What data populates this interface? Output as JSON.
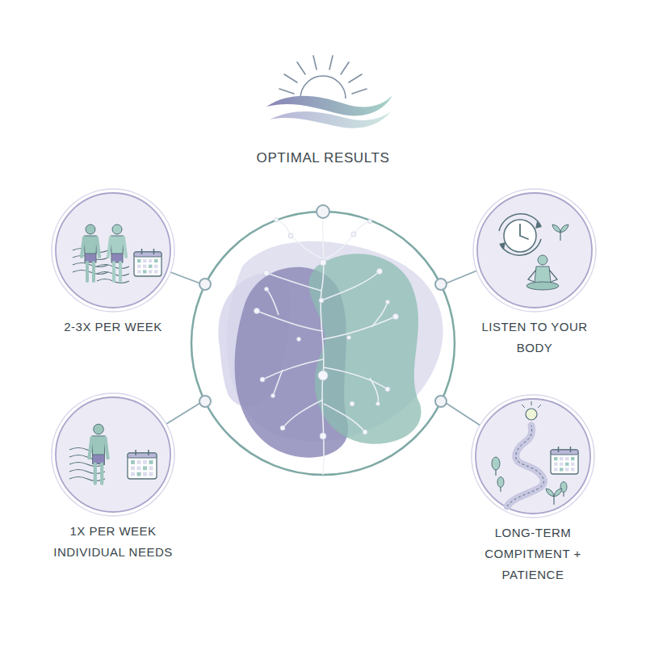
{
  "diagram": {
    "title": "OPTIMAL RESULTS",
    "nodes": [
      {
        "text": [
          "2-3X PER WEEK"
        ]
      },
      {
        "text": [
          "LISTEN TO YOUR BODY"
        ]
      },
      {
        "text": [
          "1X PER WEEK INDIVIDUAL NEEDS"
        ]
      },
      {
        "text": [
          "LONG-TERM COMPITMENT + PATIENCE"
        ]
      }
    ]
  }
}
